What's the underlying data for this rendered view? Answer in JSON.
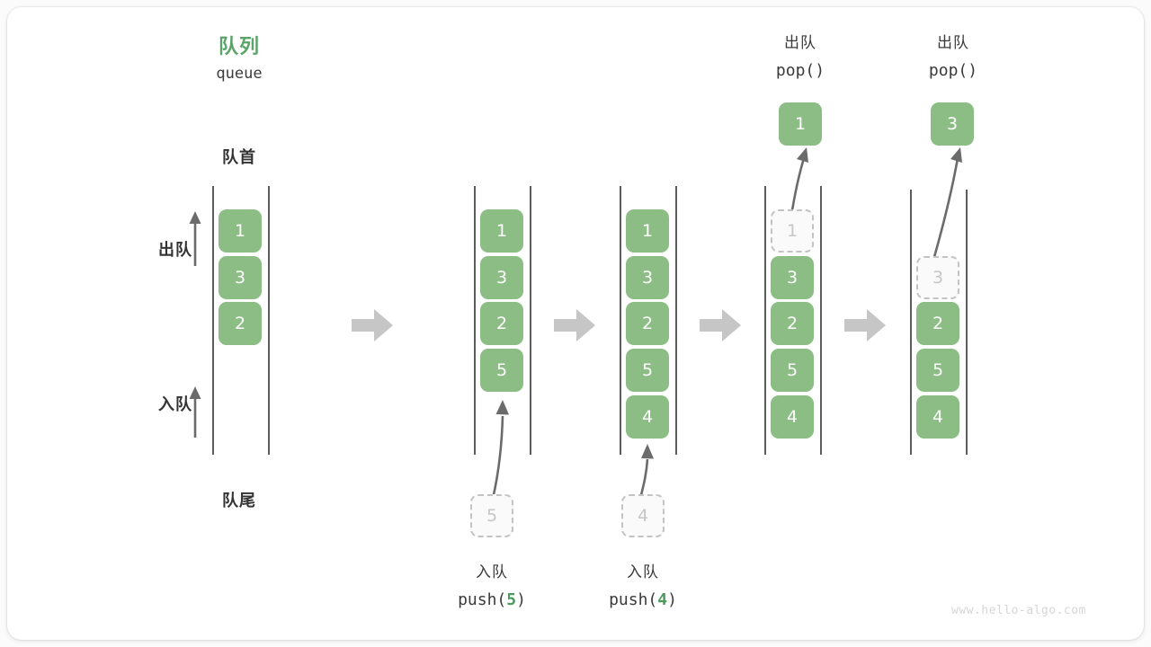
{
  "diagram": {
    "title_cn": "队列",
    "title_en": "queue",
    "front_label": "队首",
    "rear_label": "队尾",
    "dequeue_label": "出队",
    "enqueue_label": "入队",
    "watermark": "www.hello-algo.com",
    "colors": {
      "accent_green": "#8bbd84",
      "title_green": "#5aa469",
      "rail_gray": "#5c5c5c",
      "ghost_border": "#c3c3c3",
      "ghost_text": "#c6c6c6",
      "arrow_gray": "#c6c6c6",
      "thin_arrow": "#6b6b6b",
      "text_dark": "#333333",
      "watermark_gray": "#d6d6d6"
    }
  },
  "steps": [
    {
      "id": "initial",
      "cells": [
        {
          "value": "1",
          "state": "filled"
        },
        {
          "value": "3",
          "state": "filled"
        },
        {
          "value": "2",
          "state": "filled"
        }
      ]
    },
    {
      "id": "after-push-5",
      "cells": [
        {
          "value": "1",
          "state": "filled"
        },
        {
          "value": "3",
          "state": "filled"
        },
        {
          "value": "2",
          "state": "filled"
        },
        {
          "value": "5",
          "state": "filled"
        }
      ],
      "op_cn": "入队",
      "op_code_prefix": "push(",
      "op_code_num": "5",
      "op_code_suffix": ")",
      "incoming_ghost": "5"
    },
    {
      "id": "after-push-4",
      "cells": [
        {
          "value": "1",
          "state": "filled"
        },
        {
          "value": "3",
          "state": "filled"
        },
        {
          "value": "2",
          "state": "filled"
        },
        {
          "value": "5",
          "state": "filled"
        },
        {
          "value": "4",
          "state": "filled"
        }
      ],
      "op_cn": "入队",
      "op_code_prefix": "push(",
      "op_code_num": "4",
      "op_code_suffix": ")",
      "incoming_ghost": "4"
    },
    {
      "id": "after-pop-1",
      "cells": [
        {
          "value": "1",
          "state": "ghost"
        },
        {
          "value": "3",
          "state": "filled"
        },
        {
          "value": "2",
          "state": "filled"
        },
        {
          "value": "5",
          "state": "filled"
        },
        {
          "value": "4",
          "state": "filled"
        }
      ],
      "op_cn": "出队",
      "op_code": "pop()",
      "popped_value": "1"
    },
    {
      "id": "after-pop-3",
      "cells": [
        {
          "value": "3",
          "state": "ghost"
        },
        {
          "value": "2",
          "state": "filled"
        },
        {
          "value": "5",
          "state": "filled"
        },
        {
          "value": "4",
          "state": "filled"
        }
      ],
      "op_cn": "出队",
      "op_code": "pop()",
      "popped_value": "3"
    }
  ]
}
